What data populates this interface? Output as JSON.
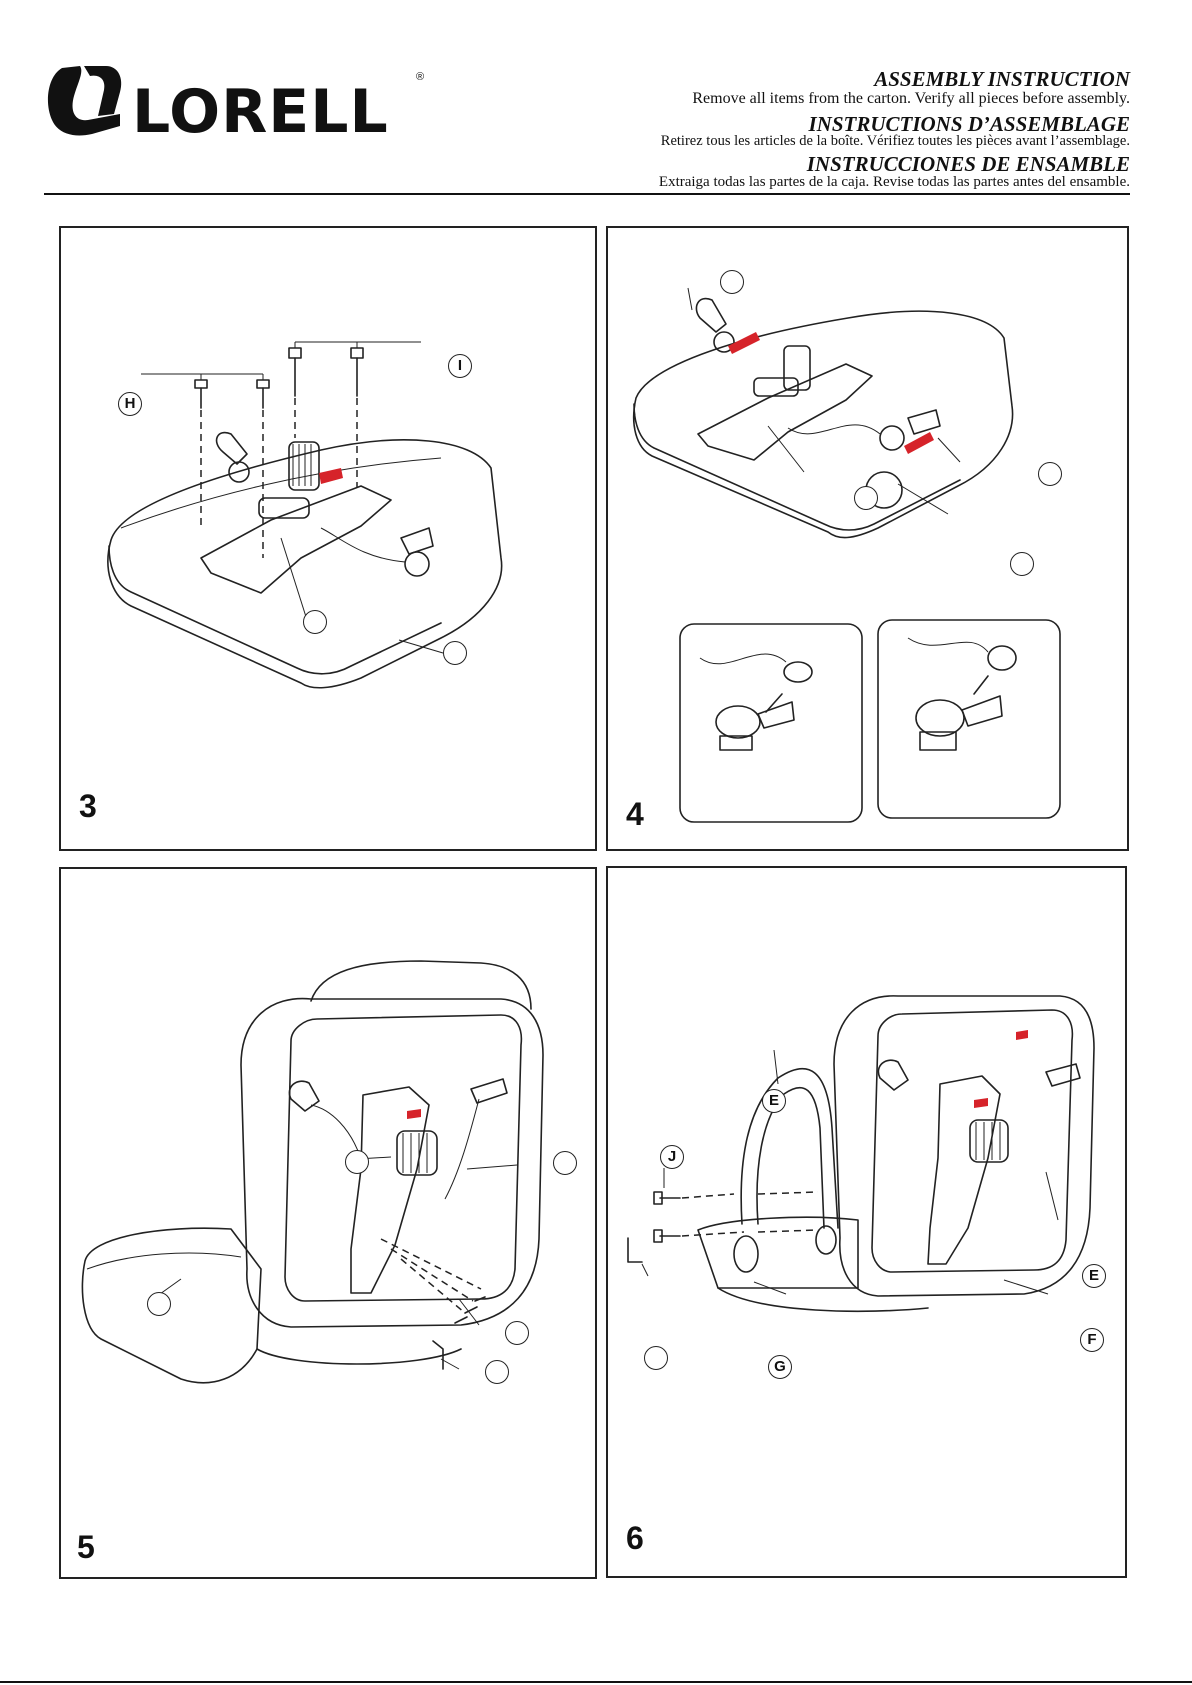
{
  "header": {
    "brand": "LORELL",
    "registered_mark": "®",
    "lines": [
      {
        "title": "ASSEMBLY INSTRUCTION",
        "text": "Remove all items from the carton. Verify all pieces before assembly."
      },
      {
        "title": "INSTRUCTIONS D’ASSEMBLAGE",
        "text": "Retirez tous les articles de la boîte. Vérifiez toutes les pièces avant l’assemblage."
      },
      {
        "title": "INSTRUCCIONES DE ENSAMBLE",
        "text": "Extraiga todas las partes de la caja. Revise todas las partes antes del ensamble."
      }
    ]
  },
  "steps": [
    {
      "number": "3",
      "callouts": [
        "H",
        "I",
        "",
        ""
      ]
    },
    {
      "number": "4",
      "callouts": [
        "",
        "",
        "",
        ""
      ]
    },
    {
      "number": "5",
      "callouts": [
        "",
        "",
        "",
        "",
        ""
      ]
    },
    {
      "number": "6",
      "callouts": [
        "E",
        "J",
        "E",
        "F",
        "",
        "G"
      ]
    }
  ],
  "colors": {
    "accent": "#d6232a",
    "line": "#222222"
  }
}
